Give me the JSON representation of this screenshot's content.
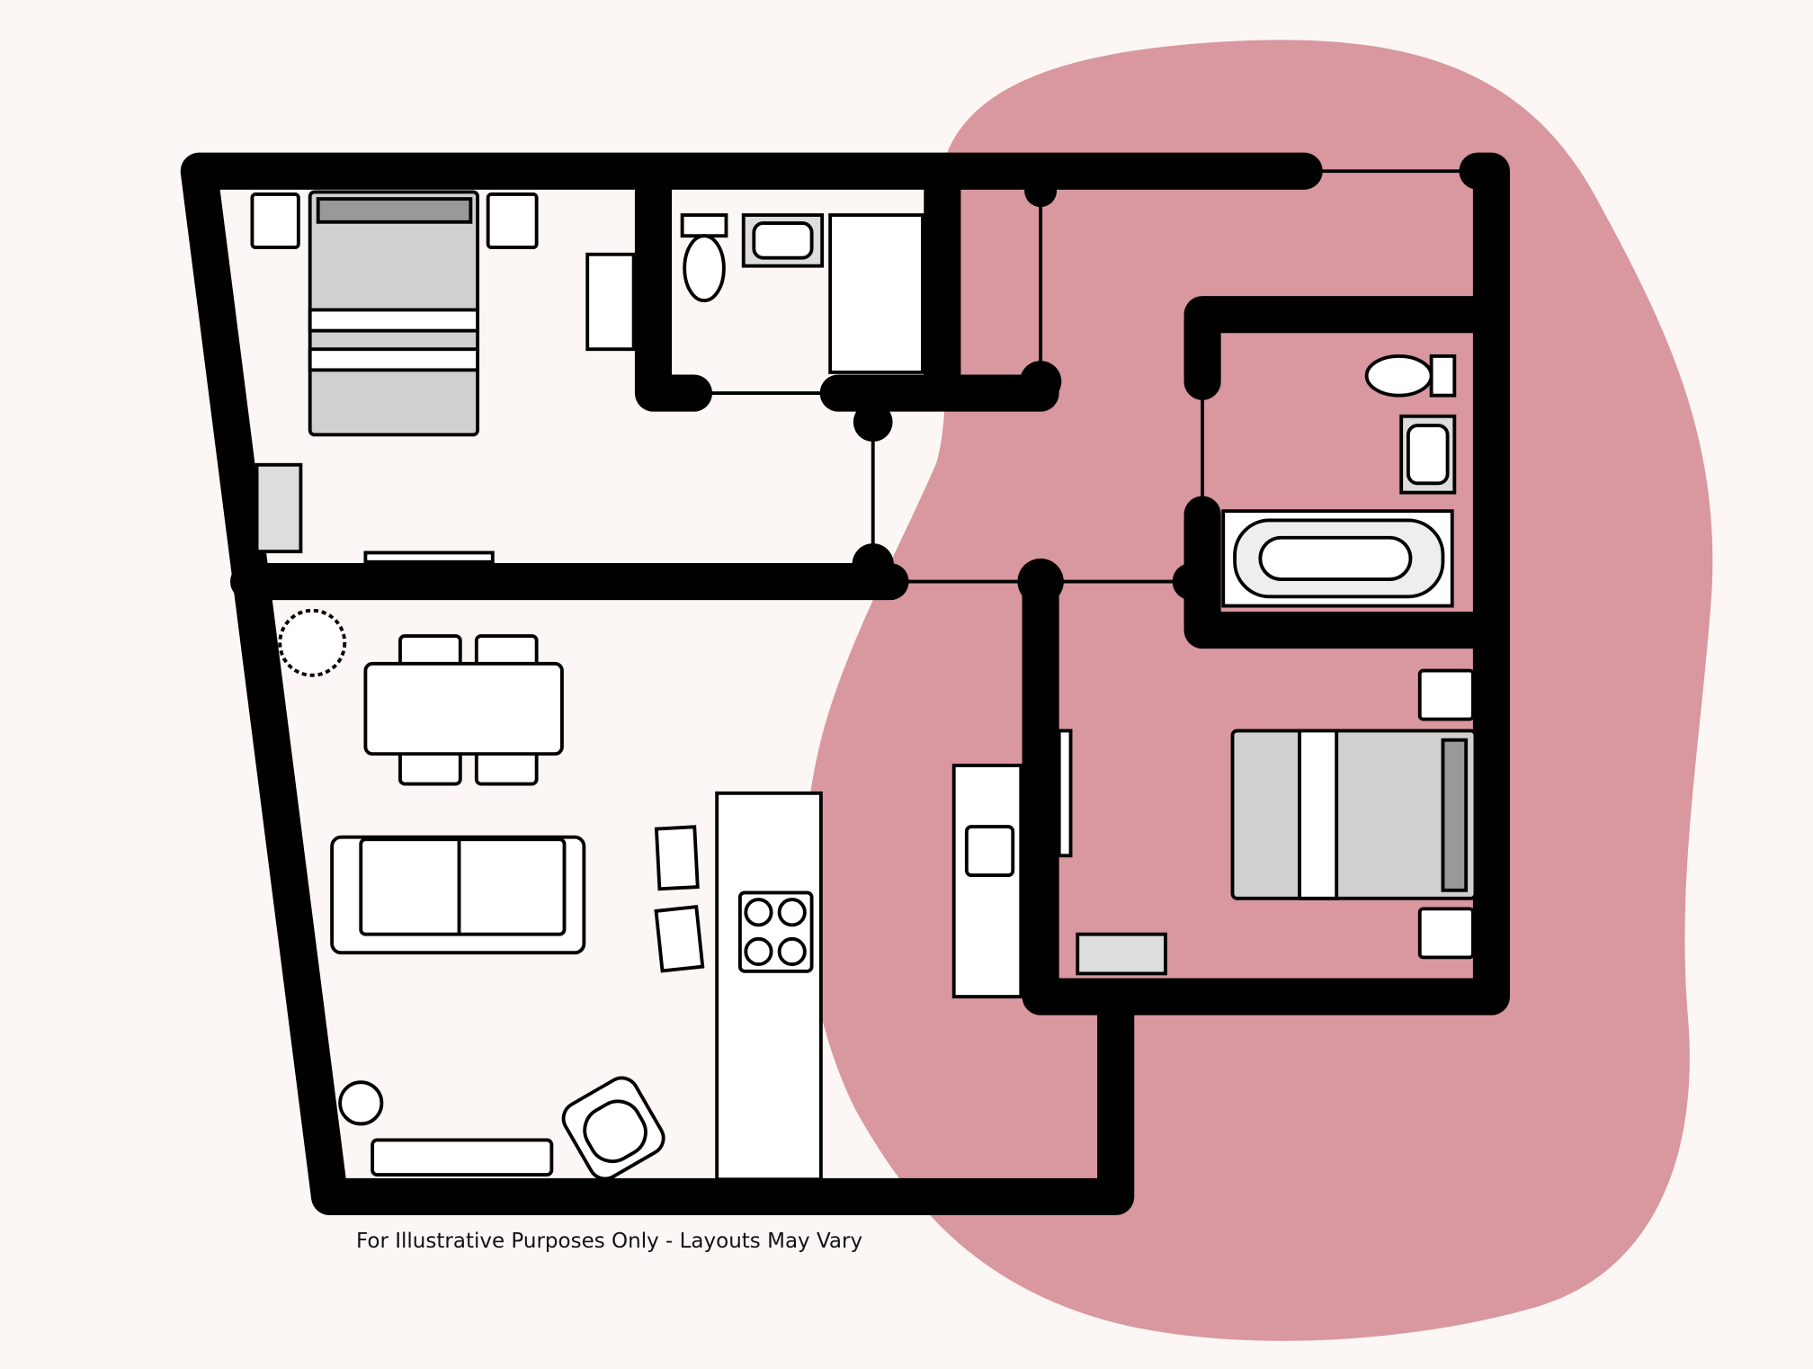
{
  "caption": "For Illustrative Purposes Only - Layouts May Vary",
  "colors": {
    "background": "#fcf7f4",
    "accent_blob": "#d9979f",
    "walls": "#000000",
    "furniture_fill": "#d0d0d0"
  },
  "rooms": [
    "bedroom-1",
    "ensuite",
    "hallway",
    "bathroom",
    "bedroom-2",
    "living-dining-kitchen"
  ]
}
